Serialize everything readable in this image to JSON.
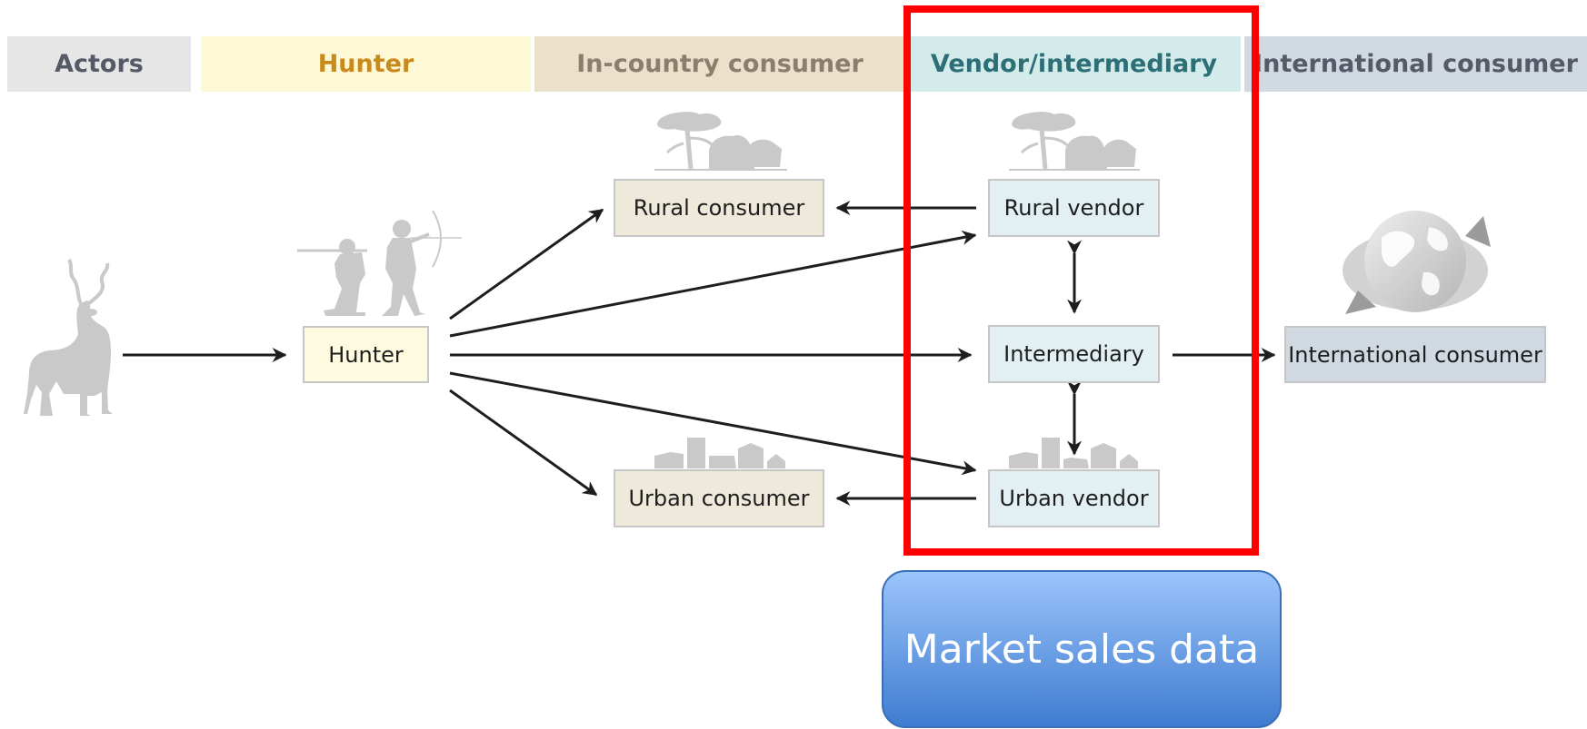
{
  "bands": {
    "actors": "Actors",
    "hunter": "Hunter",
    "in_country_consumer": "In-country consumer",
    "vendor_intermediary": "Vendor/intermediary",
    "international_consumer": "International consumer"
  },
  "nodes": {
    "hunter": "Hunter",
    "rural_consumer": "Rural consumer",
    "urban_consumer": "Urban consumer",
    "rural_vendor": "Rural vendor",
    "intermediary": "Intermediary",
    "urban_vendor": "Urban vendor",
    "international_consumer": "International consumer"
  },
  "market_button": {
    "label": "Market sales data"
  },
  "icons": [
    "kudu-icon",
    "hunters-icon",
    "rural-huts-icon",
    "urban-buildings-icon",
    "globe-icon"
  ],
  "colors": {
    "highlight": "#ff0000",
    "button_top": "#9bc4fb",
    "button_bottom": "#3f7cd0",
    "hunter_label": "#c98a1c",
    "vendor_label": "#2d6f77"
  }
}
